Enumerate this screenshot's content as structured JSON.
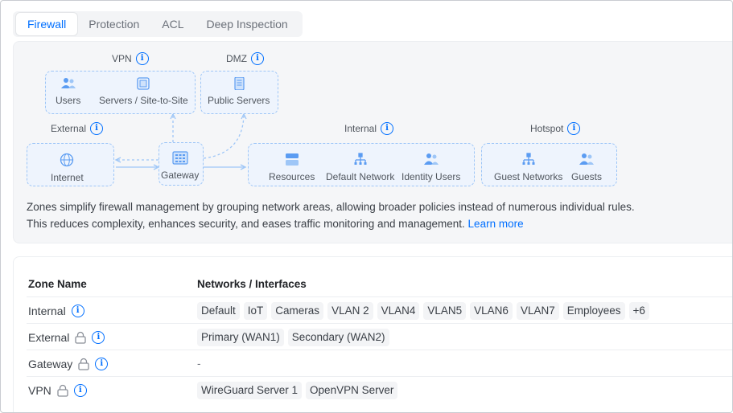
{
  "tabs": [
    {
      "label": "Firewall",
      "active": true
    },
    {
      "label": "Protection",
      "active": false
    },
    {
      "label": "ACL",
      "active": false
    },
    {
      "label": "Deep Inspection",
      "active": false
    }
  ],
  "diagram": {
    "zones": {
      "vpn": "VPN",
      "dmz": "DMZ",
      "external": "External",
      "internal": "Internal",
      "hotspot": "Hotspot"
    },
    "nodes": {
      "users": "Users",
      "servers_s2s": "Servers / Site-to-Site",
      "public_servers": "Public Servers",
      "internet": "Internet",
      "gateway": "Gateway",
      "resources": "Resources",
      "default_network": "Default Network",
      "identity_users": "Identity Users",
      "guest_networks": "Guest Networks",
      "guests": "Guests"
    },
    "description_line1": "Zones simplify firewall management by grouping network areas, allowing broader policies instead of numerous individual rules.",
    "description_line2": "This reduces complexity, enhances security, and eases traffic monitoring and management.",
    "learn_more": "Learn more"
  },
  "table": {
    "col_zone": "Zone Name",
    "col_networks": "Networks / Interfaces",
    "rows": [
      {
        "name": "Internal",
        "locked": false,
        "networks": [
          "Default",
          "IoT",
          "Cameras",
          "VLAN 2",
          "VLAN4",
          "VLAN5",
          "VLAN6",
          "VLAN7",
          "Employees",
          "+6"
        ]
      },
      {
        "name": "External",
        "locked": true,
        "networks": [
          "Primary (WAN1)",
          "Secondary (WAN2)"
        ]
      },
      {
        "name": "Gateway",
        "locked": true,
        "networks": [],
        "empty": "-"
      },
      {
        "name": "VPN",
        "locked": true,
        "networks": [
          "WireGuard Server 1",
          "OpenVPN Server"
        ]
      }
    ]
  },
  "colors": {
    "accent": "#006fff",
    "zone_border": "#9ec6f7",
    "zone_fill": "#eef4fd"
  }
}
